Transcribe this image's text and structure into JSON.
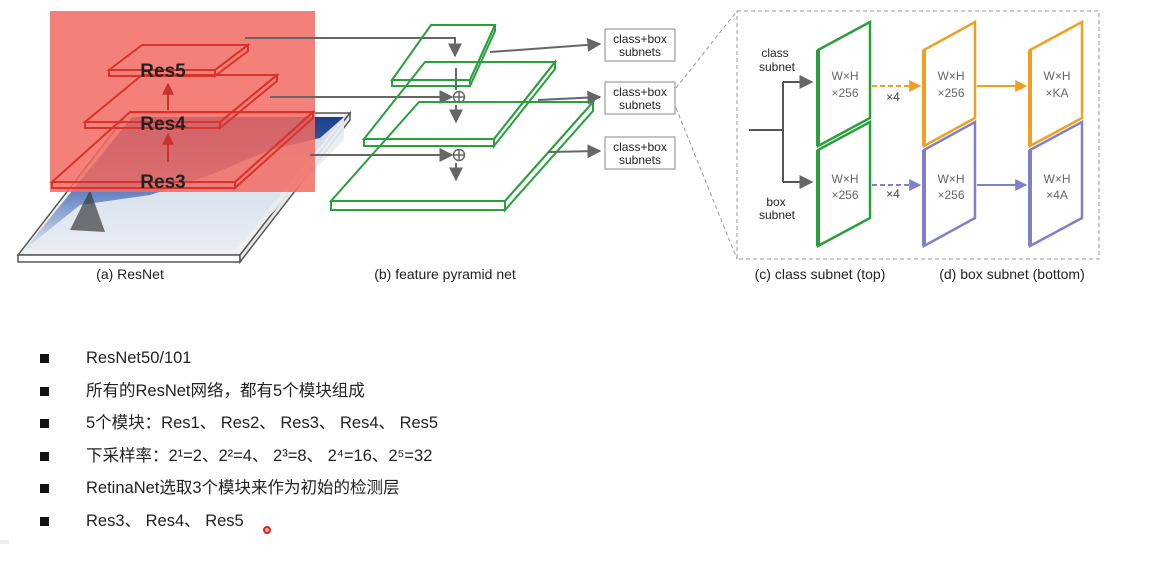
{
  "diagram": {
    "resnet": {
      "levels": [
        "Res5",
        "Res4",
        "Res3"
      ],
      "caption": "(a) ResNet",
      "highlight_color": "#f26b62",
      "layer_color": "#d8332c"
    },
    "fpn": {
      "caption": "(b) feature pyramid net",
      "color": "#2aa03c",
      "outputs": [
        "class+box subnets",
        "class+box subnets",
        "class+box subnets"
      ]
    },
    "class_subnet": {
      "caption": "(c) class subnet (top)",
      "label_line1": "class",
      "label_line2": "subnet",
      "blocks": [
        {
          "line1": "W×H",
          "line2": "×256",
          "color": "#2aa03c"
        },
        {
          "line1": "W×H",
          "line2": "×256",
          "color": "#f0a020"
        },
        {
          "line1": "W×H",
          "line2": "×KA",
          "color": "#f0a020"
        }
      ],
      "repeat": "×4",
      "arrow_color": "#f0a020"
    },
    "box_subnet": {
      "caption": "(d) box subnet (bottom)",
      "label_line1": "box",
      "label_line2": "subnet",
      "blocks": [
        {
          "line1": "W×H",
          "line2": "×256",
          "color": "#2aa03c"
        },
        {
          "line1": "W×H",
          "line2": "×256",
          "color": "#8080c8"
        },
        {
          "line1": "W×H",
          "line2": "×4A",
          "color": "#8080c8"
        }
      ],
      "repeat": "×4",
      "arrow_color": "#8080c8"
    }
  },
  "bullets": [
    "ResNet50/101",
    "所有的ResNet网络，都有5个模块组成",
    "5个模块：Res1、 Res2、 Res3、 Res4、 Res5",
    "下采样率：2¹=2、2²=4、  2³=8、  2⁴=16、2⁵=32",
    "RetinaNet选取3个模块来作为初始的检测层",
    "Res3、 Res4、 Res5"
  ]
}
